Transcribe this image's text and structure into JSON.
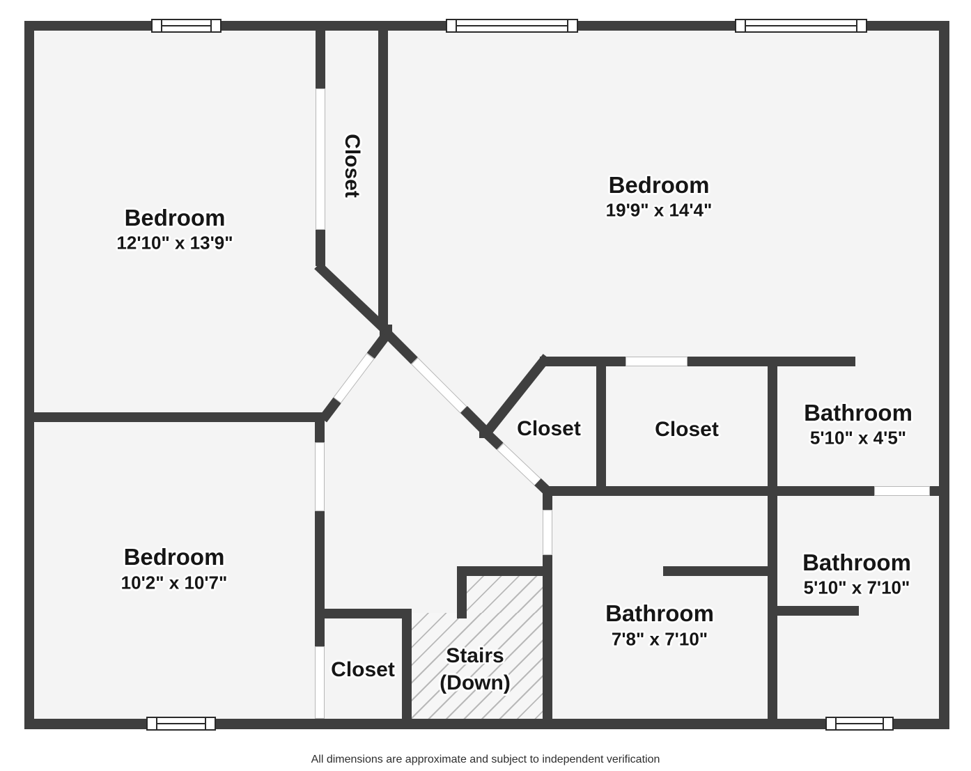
{
  "colors": {
    "wall": "#3f3f3f",
    "floor": "#f4f4f4",
    "door": "#ffffff",
    "window_line": "#2a2a2a",
    "hatch_line": "#b9b9b9",
    "label_text": "#161616",
    "footer_text": "#2e2e2e"
  },
  "rooms": {
    "bedroom_top_left": {
      "name": "Bedroom",
      "dims": "12'10\" x 13'9\""
    },
    "bedroom_top_right": {
      "name": "Bedroom",
      "dims": "19'9\" x 14'4\""
    },
    "bedroom_bottom_left": {
      "name": "Bedroom",
      "dims": "10'2\" x 10'7\""
    },
    "closet_upper": {
      "name": "Closet"
    },
    "closet_hall_left": {
      "name": "Closet"
    },
    "closet_hall_right": {
      "name": "Closet"
    },
    "closet_bottom": {
      "name": "Closet"
    },
    "bathroom_small": {
      "name": "Bathroom",
      "dims": "5'10\" x 4'5\""
    },
    "bathroom_center": {
      "name": "Bathroom",
      "dims": "7'8\" x 7'10\""
    },
    "bathroom_right": {
      "name": "Bathroom",
      "dims": "5'10\" x 7'10\""
    },
    "stairs": {
      "name": "Stairs",
      "sub": "(Down)"
    }
  },
  "footer": {
    "disclaimer": "All dimensions are approximate and subject to independent verification"
  }
}
